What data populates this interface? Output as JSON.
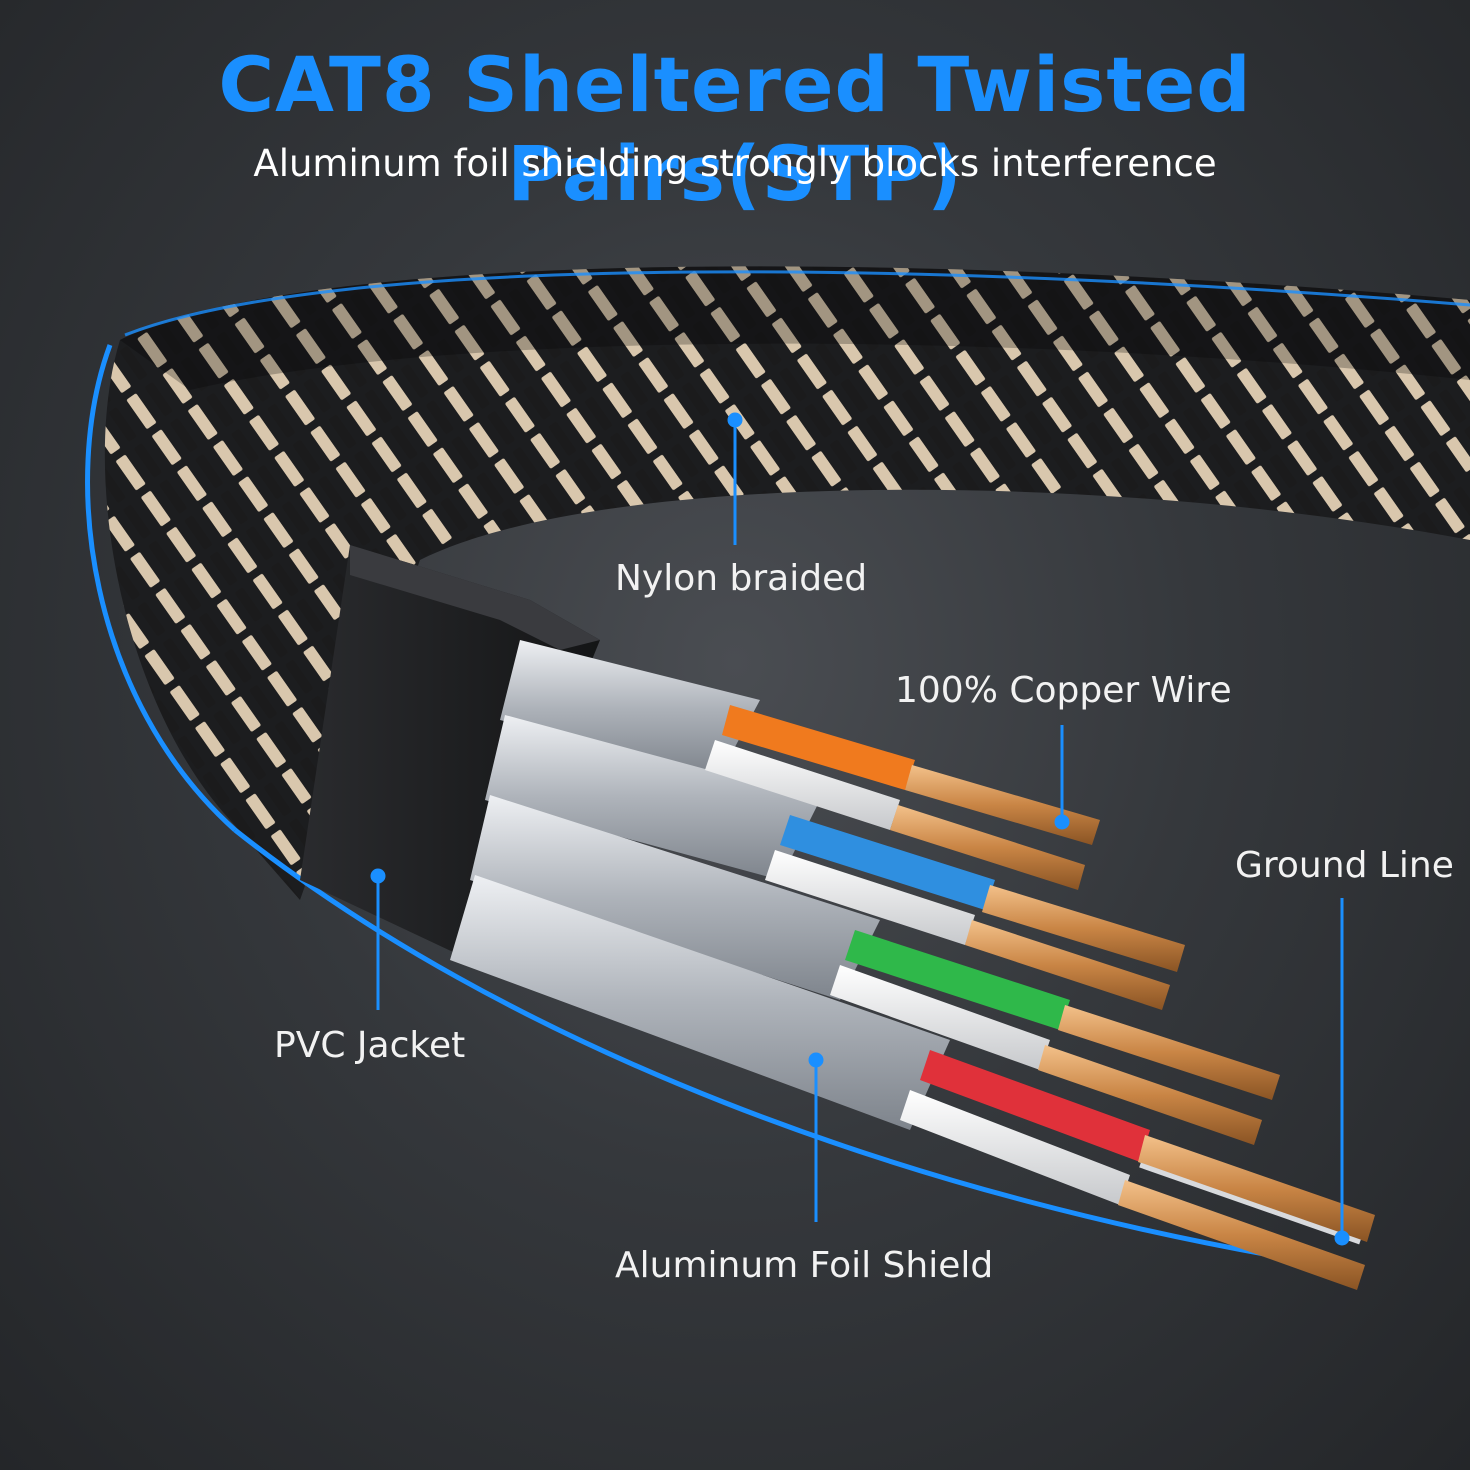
{
  "header": {
    "title": "CAT8 Sheltered Twisted Pairs(STP)",
    "subtitle": "Aluminum foil shielding strongly blocks interference"
  },
  "colors": {
    "accent": "#1a8fff",
    "braid_dark": "#1c1d1f",
    "braid_light": "#d9c7ad",
    "jacket": "#232427",
    "foil": "#c9cdd3",
    "copper": "#d49a5a",
    "pair_orange": "#f07a1e",
    "pair_blue": "#2f8fe0",
    "pair_green": "#2fb84a",
    "pair_red": "#e0313a"
  },
  "callouts": {
    "nylon": "Nylon braided",
    "copper": "100% Copper Wire",
    "ground": "Ground Line",
    "pvc": "PVC Jacket",
    "foil": "Aluminum Foil Shield"
  },
  "icons": {
    "callout_marker": "dot-marker",
    "pair": "twisted-pair-wire"
  }
}
